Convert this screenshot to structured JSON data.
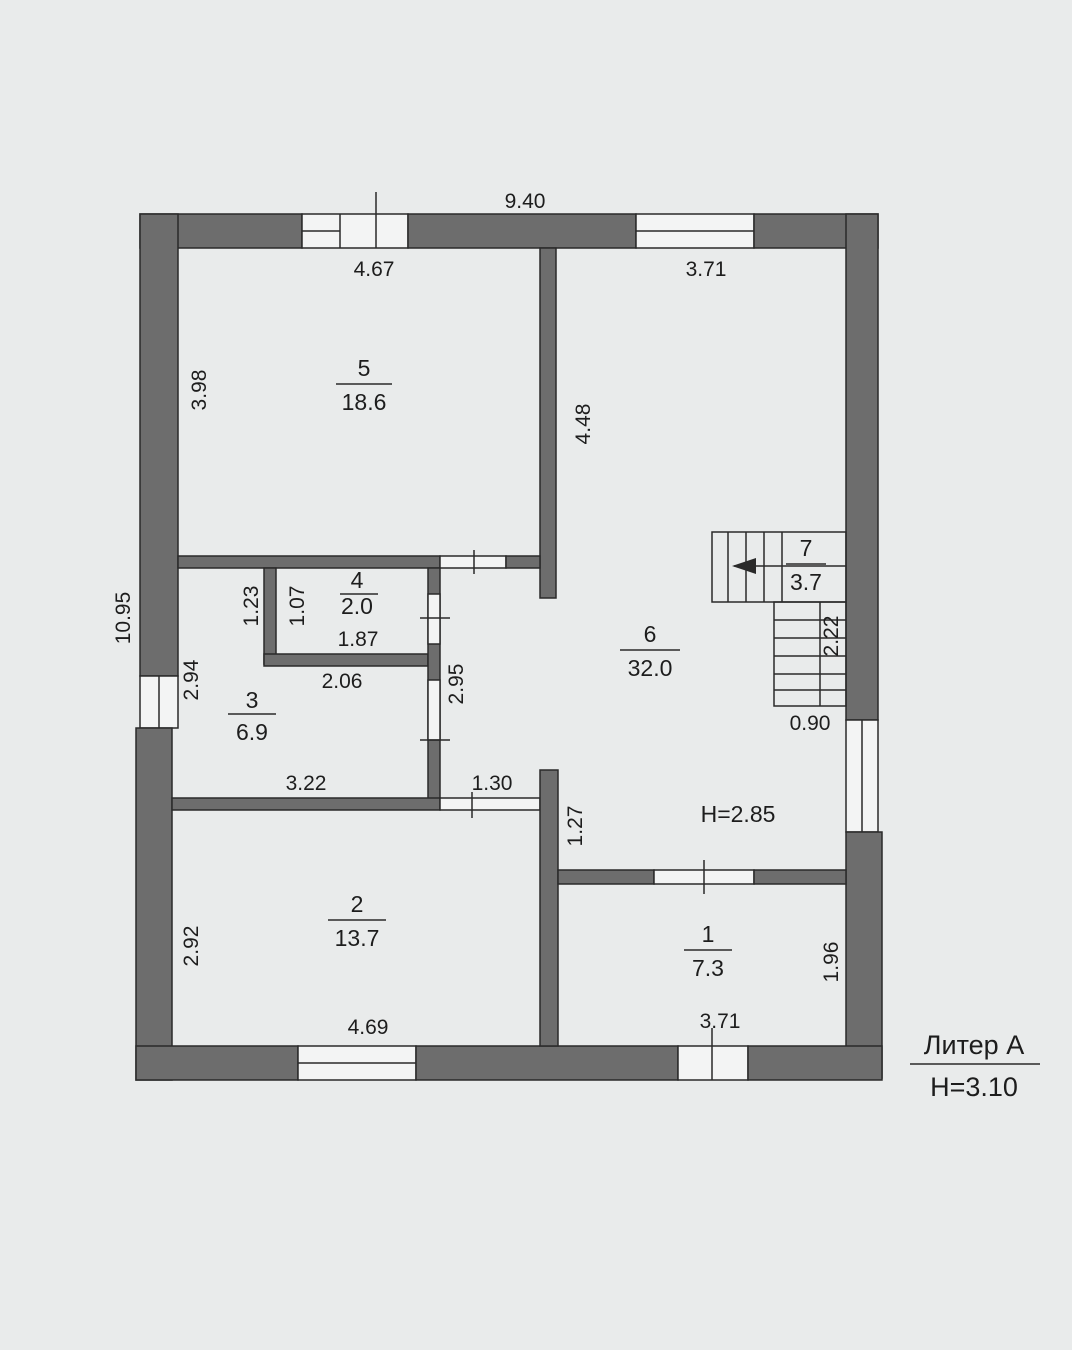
{
  "plan": {
    "total_width": "9.40",
    "total_height": "10.95",
    "rooms": [
      {
        "num": "5",
        "area": "18.6"
      },
      {
        "num": "4",
        "area": "2.0"
      },
      {
        "num": "3",
        "area": "6.9"
      },
      {
        "num": "6",
        "area": "32.0"
      },
      {
        "num": "7",
        "area": "3.7"
      },
      {
        "num": "2",
        "area": "13.7"
      },
      {
        "num": "1",
        "area": "7.3"
      }
    ],
    "dims": {
      "r5_width": "4.67",
      "r5_height": "3.98",
      "r6_width": "3.71",
      "r6_wall": "4.48",
      "r4_h1": "1.23",
      "r4_h2": "1.07",
      "r4_width": "1.87",
      "r3_top": "2.06",
      "r3_height": "2.94",
      "r3_wall": "2.95",
      "r3_width": "3.22",
      "hall_gap": "1.30",
      "stair_h": "2.22",
      "stair_w": "0.90",
      "r1_wall": "1.27",
      "r2_height": "2.92",
      "r2_width": "4.69",
      "r1_width": "3.71",
      "r1_height": "1.96"
    },
    "ceiling": "H=2.85",
    "liter": "Литер А",
    "building_height": "H=3.10"
  }
}
